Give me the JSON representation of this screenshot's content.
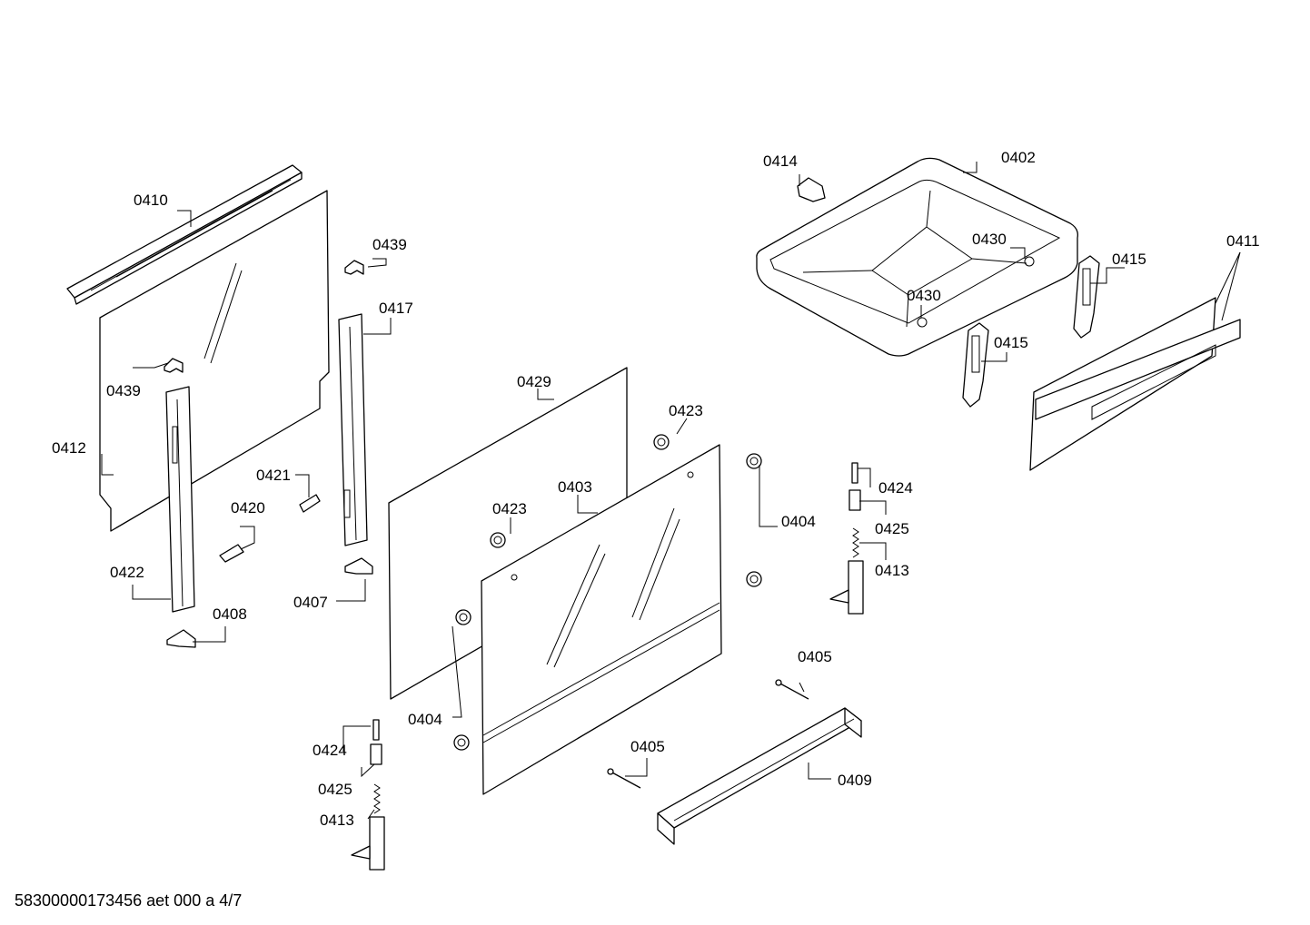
{
  "labels": {
    "p0402": "0402",
    "p0403": "0403",
    "p0404": "0404",
    "p0405": "0405",
    "p0407": "0407",
    "p0408": "0408",
    "p0409": "0409",
    "p0410": "0410",
    "p0411": "0411",
    "p0412": "0412",
    "p0413": "0413",
    "p0414": "0414",
    "p0415": "0415",
    "p0417": "0417",
    "p0420": "0420",
    "p0421": "0421",
    "p0422": "0422",
    "p0423": "0423",
    "p0424": "0424",
    "p0425": "0425",
    "p0429": "0429",
    "p0430": "0430",
    "p0439": "0439"
  },
  "footer": "58300000173456 aet 000 a 4/7"
}
